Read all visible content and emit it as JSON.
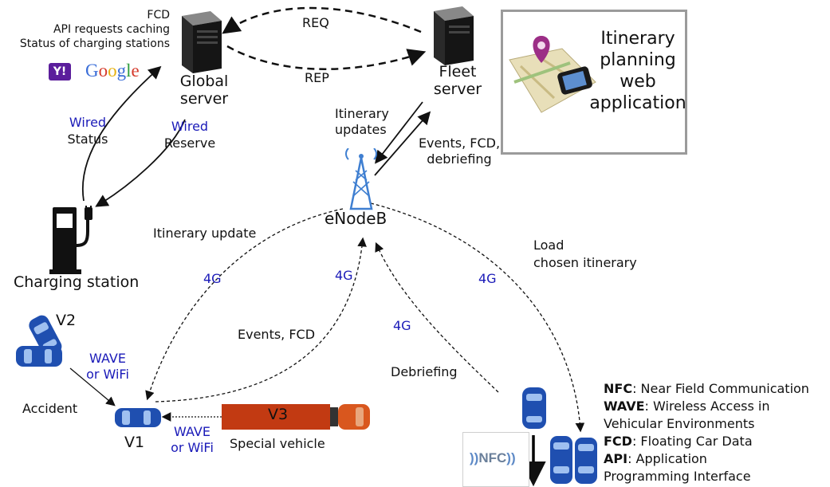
{
  "global_server": {
    "label_line1": "Global",
    "label_line2": "server",
    "features": [
      "FCD",
      "API requests caching",
      "Status of charging stations"
    ],
    "logos": {
      "yahoo": "Y!",
      "google": [
        "G",
        "o",
        "o",
        "g",
        "l",
        "e"
      ]
    }
  },
  "fleet_server": {
    "label_line1": "Fleet",
    "label_line2": "server"
  },
  "req_label": "REQ",
  "rep_label": "REP",
  "app": {
    "lines": [
      "Itinerary",
      "planning",
      "web",
      "application"
    ]
  },
  "enodeb_label": "eNodeB",
  "charging_station_label": "Charging station",
  "links": {
    "wired_status": {
      "medium": "Wired",
      "label": "Status"
    },
    "wired_reserve": {
      "medium": "Wired",
      "label": "Reserve"
    },
    "itinerary_updates": [
      "Itinerary",
      "updates"
    ],
    "events_fcd_debriefing": [
      "Events, FCD,",
      "debriefing"
    ],
    "itinerary_update": "Itinerary update",
    "load_chosen": [
      "Load",
      "chosen itinerary"
    ],
    "events_fcd": "Events, FCD",
    "debriefing": "Debriefing",
    "fourg": "4G",
    "wave_wifi": [
      "WAVE",
      "or WiFi"
    ]
  },
  "vehicles": {
    "v1": "V1",
    "v2": "V2",
    "v3": "V3",
    "accident": "Accident",
    "special": "Special vehicle"
  },
  "nfc_label": "NFC",
  "legend": [
    {
      "abbr": "NFC",
      "text": ": Near Field Communication"
    },
    {
      "abbr": "WAVE",
      "text": ": Wireless Access in"
    },
    {
      "abbr": "",
      "text": " Vehicular Environments"
    },
    {
      "abbr": "FCD",
      "text": ": Floating Car Data"
    },
    {
      "abbr": "API",
      "text": ": Application"
    },
    {
      "abbr": "",
      "text": "Programming Interface"
    }
  ],
  "colors": {
    "blue_text": "#1a1ab8",
    "car_blue": "#1f4fb0",
    "truck_red": "#c23a12",
    "frame_gray": "#9b9b9b"
  }
}
